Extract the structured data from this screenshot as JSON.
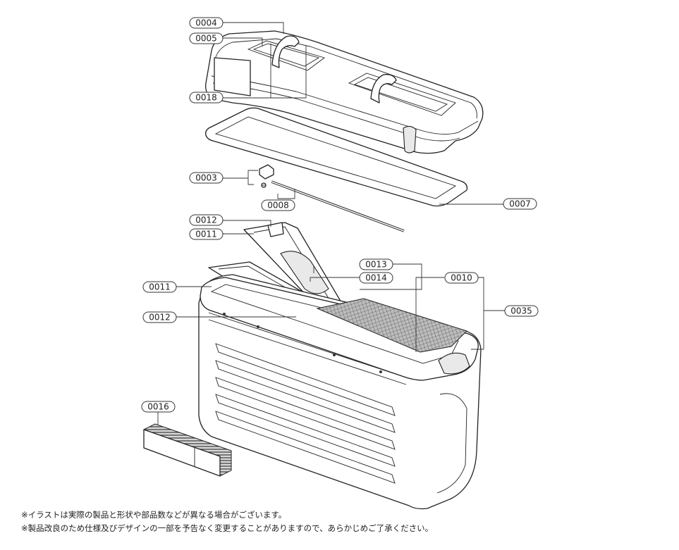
{
  "part_labels": {
    "p0004": "0004",
    "p0005": "0005",
    "p0018": "0018",
    "p0003": "0003",
    "p0008": "0008",
    "p0007": "0007",
    "p0012_top": "0012",
    "p0011_top": "0011",
    "p0013": "0013",
    "p0014": "0014",
    "p0010": "0010",
    "p0011_left": "0011",
    "p0035": "0035",
    "p0012_left": "0012",
    "p0016": "0016"
  },
  "notes": {
    "line1": "※イラストは実際の製品と形状や部品数などが異なる場合がございます。",
    "line2": "※製品改良のため仕様及びデザインの一部を予告なく変更することがありますので、あらかじめご了承ください。"
  }
}
